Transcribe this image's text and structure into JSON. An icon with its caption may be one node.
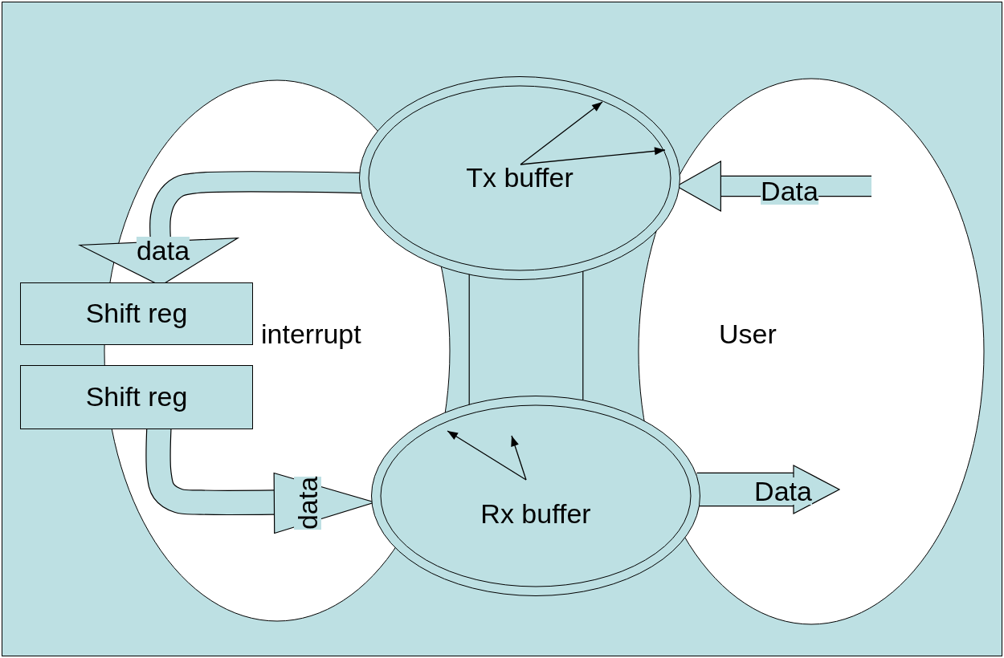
{
  "diagram": {
    "nodes": [
      {
        "text": [
          "Tx buffer"
        ]
      },
      {
        "text": [
          "Rx buffer"
        ]
      },
      {
        "text": [
          "Shift reg"
        ]
      },
      {
        "text": [
          "Shift reg"
        ]
      }
    ],
    "edges": [
      {
        "from": 0,
        "to": 2,
        "arrow": "to",
        "label": "data"
      },
      {
        "from": 3,
        "to": 1,
        "arrow": "to",
        "label": "data"
      },
      {
        "from": null,
        "to": 0,
        "arrow": "to",
        "label": "Data"
      },
      {
        "from": 1,
        "to": null,
        "arrow": "to",
        "label": "Data"
      },
      {
        "from": 0,
        "to": 1,
        "arrow": "none",
        "style": "thick"
      }
    ],
    "labels": [
      "interrupt",
      "User"
    ]
  }
}
